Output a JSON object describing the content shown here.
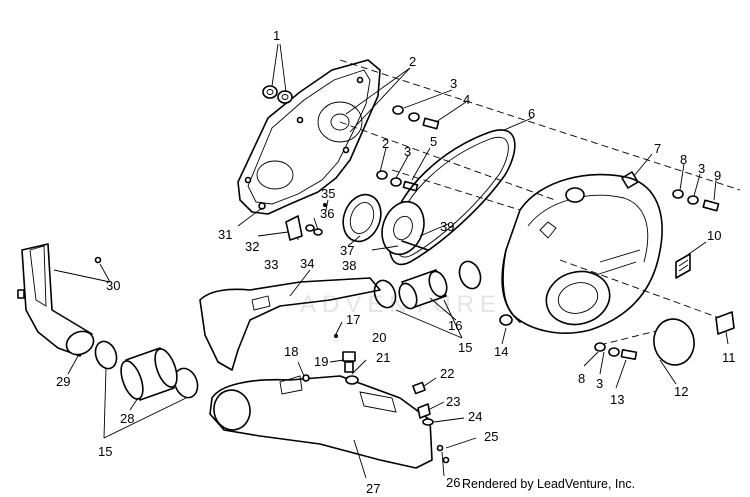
{
  "diagram": {
    "callouts": {
      "c1": "1",
      "c2a": "2",
      "c2b": "2",
      "c3a": "3",
      "c3b": "3",
      "c3c": "3",
      "c3d": "3",
      "c4": "4",
      "c5": "5",
      "c6": "6",
      "c7": "7",
      "c8a": "8",
      "c8b": "8",
      "c9": "9",
      "c10": "10",
      "c11": "11",
      "c12": "12",
      "c13": "13",
      "c14": "14",
      "c15a": "15",
      "c15b": "15",
      "c16": "16",
      "c17": "17",
      "c18": "18",
      "c19": "19",
      "c20": "20",
      "c21": "21",
      "c22": "22",
      "c23": "23",
      "c24": "24",
      "c25": "25",
      "c26": "26",
      "c27": "27",
      "c28": "28",
      "c29": "29",
      "c30": "30",
      "c31": "31",
      "c32": "32",
      "c33": "33",
      "c34": "34",
      "c35": "35",
      "c36": "36",
      "c37": "37",
      "c38": "38",
      "c39": "39"
    },
    "credit": "Rendered by LeadVenture, Inc."
  }
}
